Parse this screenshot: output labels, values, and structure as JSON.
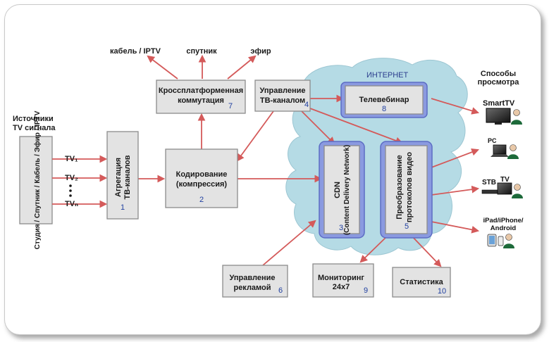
{
  "diagram": {
    "sources": {
      "heading_line1": "Источники",
      "heading_line2": "TV сигнала",
      "box_label": "Студия / Спутник / Кабель / Эфир / IPTV",
      "channels": [
        "TV₁",
        "TV₂",
        "TVₙ"
      ]
    },
    "aggregation": {
      "line1": "Агрегация",
      "line2": "ТВ-каналов",
      "num": "1"
    },
    "encoding": {
      "line1": "Кодирование",
      "line2": "(компрессия)",
      "num": "2"
    },
    "crossplatform": {
      "line1": "Кроссплатформенная",
      "line2": "коммутация",
      "num": "7"
    },
    "outputs": [
      "кабель / IPTV",
      "спутник",
      "эфир"
    ],
    "channel_mgmt": {
      "line1": "Управление",
      "line2": "ТВ-каналом",
      "num": "4"
    },
    "internet_label": "ИНТЕРНЕТ",
    "webinar": {
      "label": "Телевебинар",
      "num": "8"
    },
    "cdn": {
      "line1": "CDN",
      "line2": "(Content Delivery Network)",
      "num": "3"
    },
    "protocol": {
      "line1": "Преобразование",
      "line2": "протоколов видео",
      "num": "5"
    },
    "ad_mgmt": {
      "line1": "Управление",
      "line2": "рекламой",
      "num": "6"
    },
    "monitoring": {
      "line1": "Мониторинг",
      "line2": "24x7",
      "num": "9"
    },
    "statistics": {
      "label": "Статистика",
      "num": "10"
    },
    "viewing": {
      "heading_line1": "Способы",
      "heading_line2": "просмотра",
      "devices": [
        "SmartTV",
        "PC",
        "STB",
        "TV",
        "iPad/iPhone/",
        "Android"
      ]
    }
  },
  "colors": {
    "arrow": "#d45a5a",
    "box_fill": "#e3e3e3",
    "cloud_fill": "#b5dbe5",
    "internet_box_border": "#6f7fd0",
    "number_text": "#1f3fa0"
  }
}
